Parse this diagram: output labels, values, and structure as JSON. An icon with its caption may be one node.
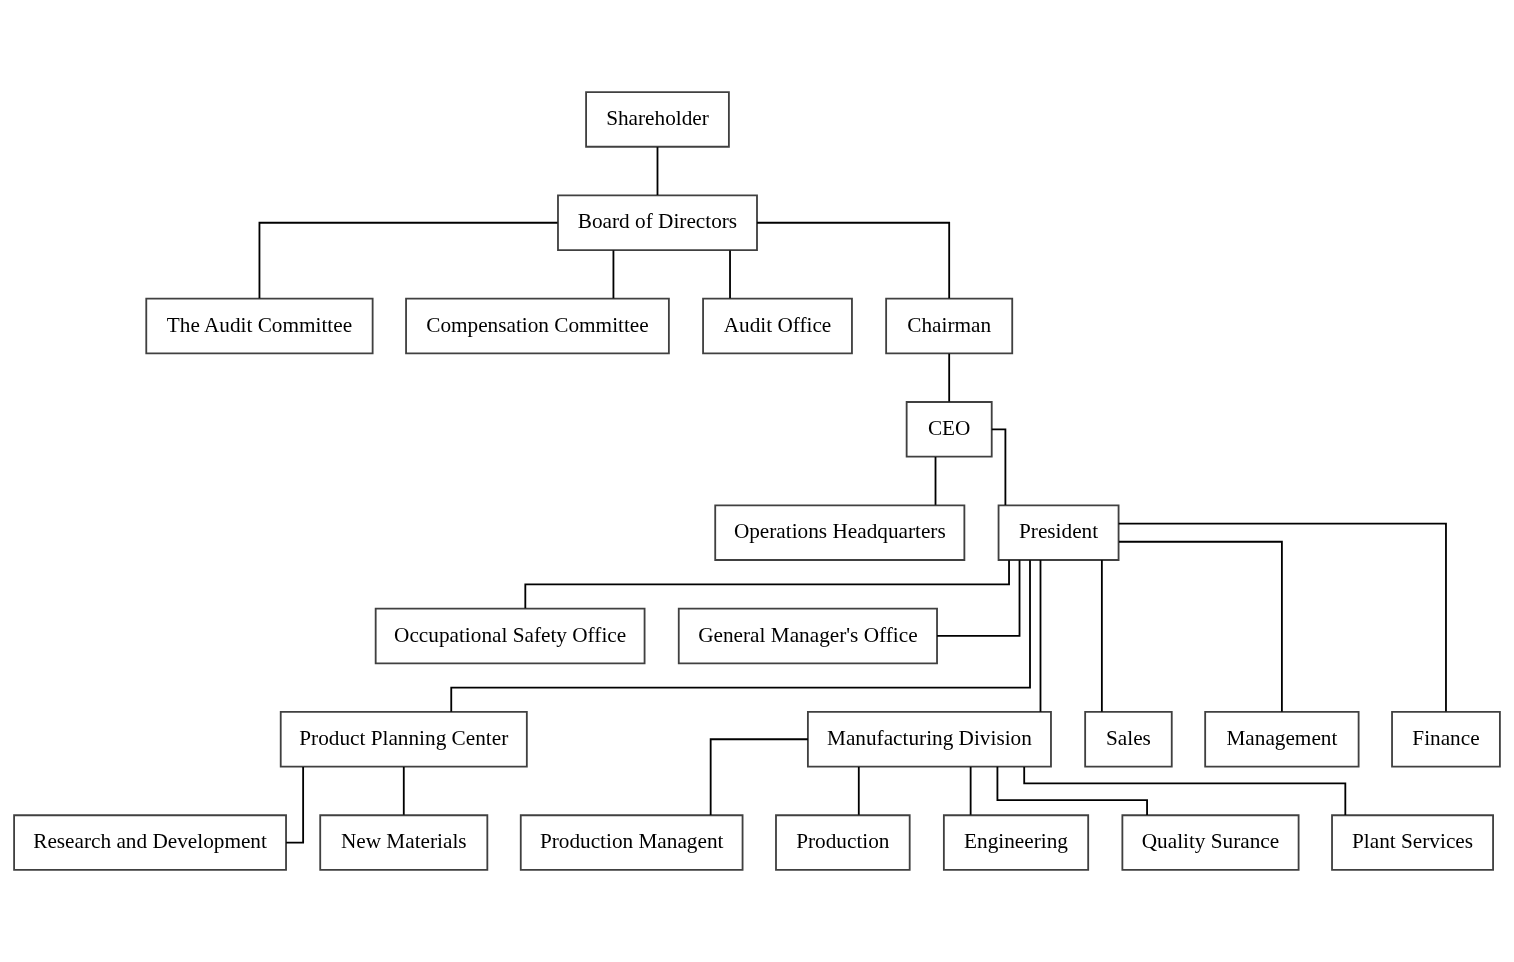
{
  "diagram": {
    "nodes": [
      {
        "text": [
          "Shareholder"
        ]
      },
      {
        "text": [
          "Board of Directors"
        ]
      },
      {
        "text": [
          "The Audit Committee"
        ]
      },
      {
        "text": [
          "Compensation Committee"
        ]
      },
      {
        "text": [
          "Audit Office"
        ]
      },
      {
        "text": [
          "Chairman"
        ]
      },
      {
        "text": [
          "CEO"
        ]
      },
      {
        "text": [
          "Operations Headquarters"
        ]
      },
      {
        "text": [
          "President"
        ]
      },
      {
        "text": [
          "Occupational Safety Office"
        ]
      },
      {
        "text": [
          "General Manager's Office"
        ]
      },
      {
        "text": [
          "Product Planning Center"
        ]
      },
      {
        "text": [
          "Manufacturing Division"
        ]
      },
      {
        "text": [
          "Research and Development"
        ]
      },
      {
        "text": [
          "New Materials"
        ]
      },
      {
        "text": [
          "Production Managent"
        ]
      },
      {
        "text": [
          "Production"
        ]
      },
      {
        "text": [
          "Engineering"
        ]
      },
      {
        "text": [
          "Quality Surance"
        ]
      },
      {
        "text": [
          "Plant Services"
        ]
      },
      {
        "text": [
          "Sales"
        ]
      },
      {
        "text": [
          "Management"
        ]
      },
      {
        "text": [
          "Finance"
        ]
      }
    ],
    "edges": [
      {
        "from": 0,
        "to": 1,
        "arrow": "none"
      },
      {
        "from": 1,
        "to": 2,
        "arrow": "none"
      },
      {
        "from": 1,
        "to": 3,
        "arrow": "none"
      },
      {
        "from": 1,
        "to": 4,
        "arrow": "none"
      },
      {
        "from": 1,
        "to": 5,
        "arrow": "none"
      },
      {
        "from": 5,
        "to": 6,
        "arrow": "none"
      },
      {
        "from": 6,
        "to": 7,
        "arrow": "none"
      },
      {
        "from": 6,
        "to": 8,
        "arrow": "none"
      },
      {
        "from": 8,
        "to": 9,
        "arrow": "none"
      },
      {
        "from": 8,
        "to": 10,
        "arrow": "none"
      },
      {
        "from": 8,
        "to": 11,
        "arrow": "none"
      },
      {
        "from": 8,
        "to": 12,
        "arrow": "none"
      },
      {
        "from": 8,
        "to": 20,
        "arrow": "none"
      },
      {
        "from": 8,
        "to": 21,
        "arrow": "none"
      },
      {
        "from": 8,
        "to": 22,
        "arrow": "none"
      },
      {
        "from": 11,
        "to": 13,
        "arrow": "none"
      },
      {
        "from": 11,
        "to": 14,
        "arrow": "none"
      },
      {
        "from": 12,
        "to": 15,
        "arrow": "none"
      },
      {
        "from": 12,
        "to": 16,
        "arrow": "none"
      },
      {
        "from": 12,
        "to": 17,
        "arrow": "none"
      },
      {
        "from": 12,
        "to": 18,
        "arrow": "none"
      },
      {
        "from": 12,
        "to": 19,
        "arrow": "none"
      }
    ]
  }
}
